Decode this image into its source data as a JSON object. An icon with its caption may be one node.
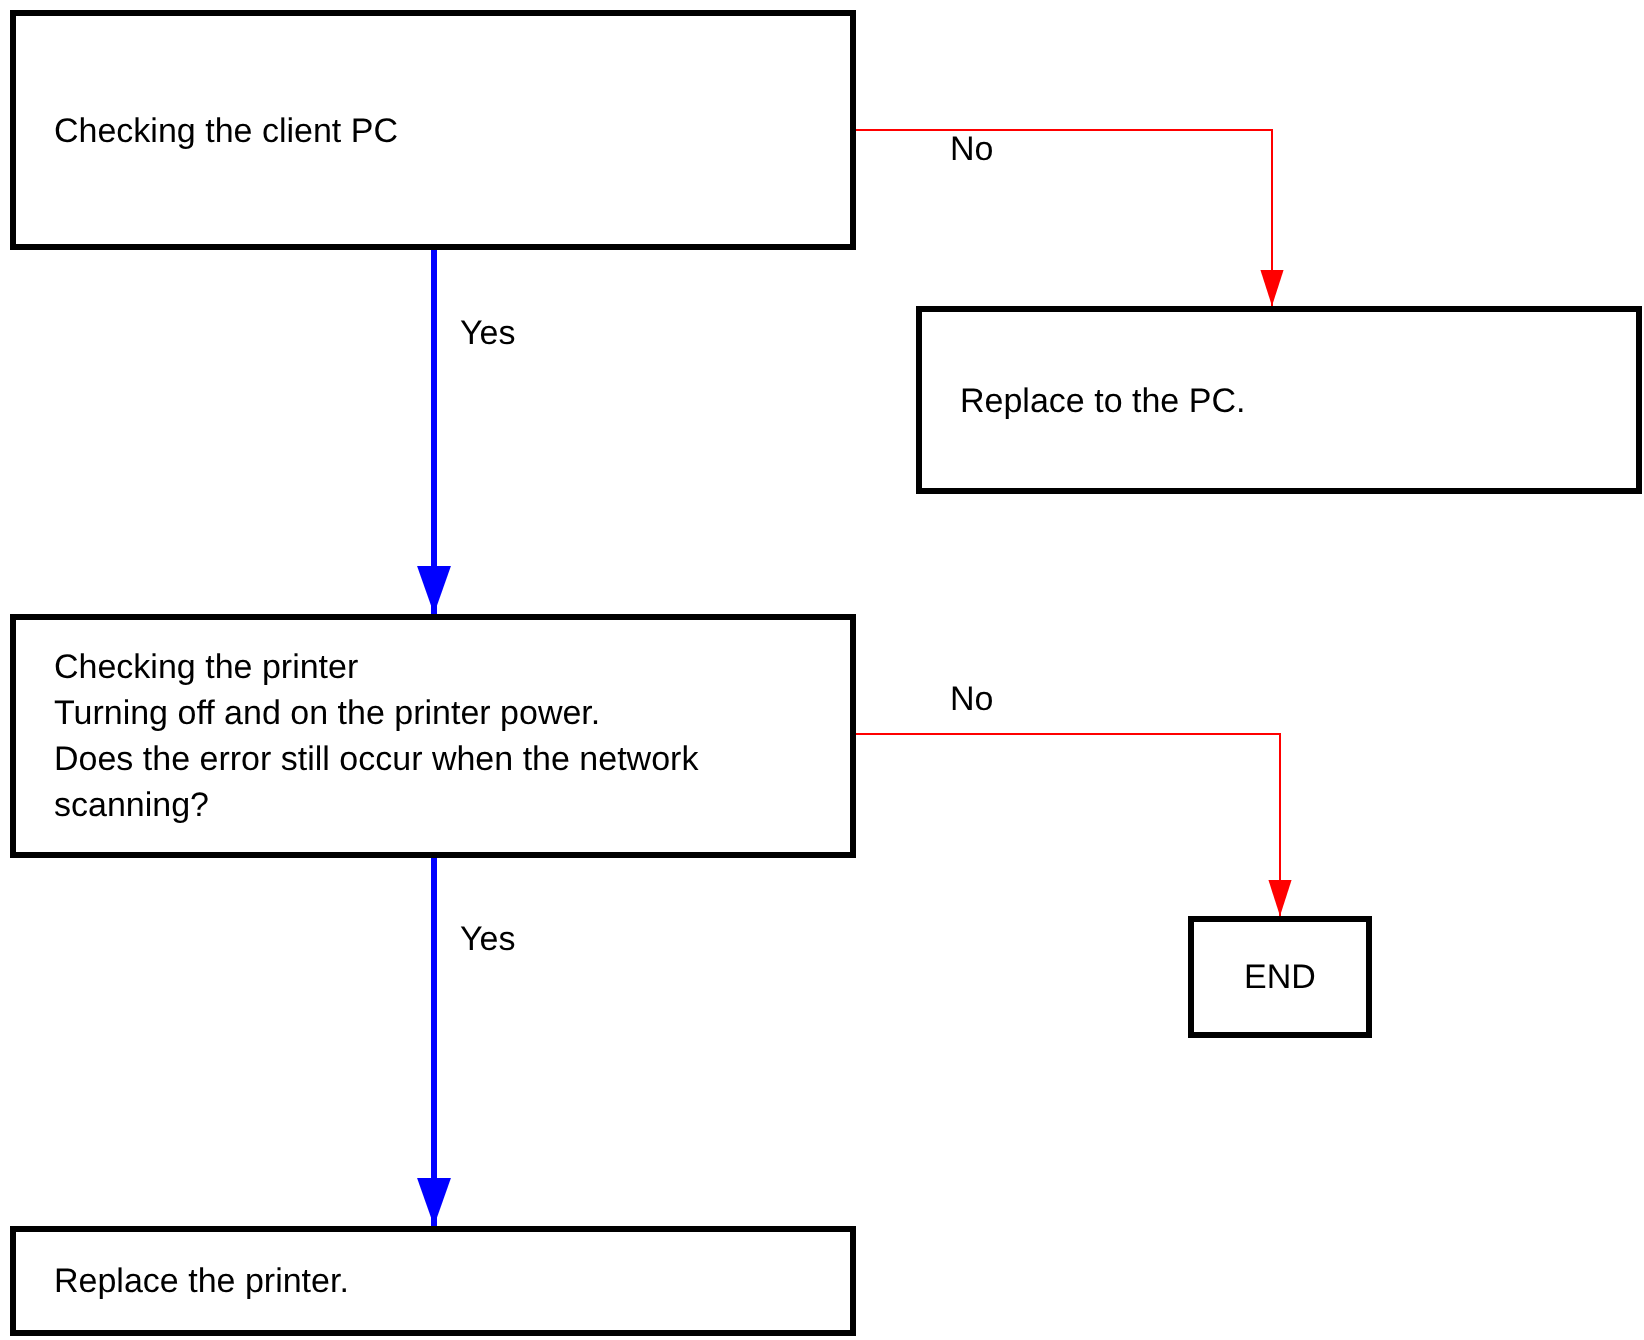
{
  "diagram": {
    "nodes": [
      {
        "text": [
          "Checking the client PC"
        ]
      },
      {
        "text": [
          "Replace to the PC."
        ]
      },
      {
        "text": [
          "Checking the printer",
          "Turning off and on the printer power.",
          "Does the error still occur when the network scanning?"
        ]
      },
      {
        "text": [
          "END"
        ]
      },
      {
        "text": [
          "Replace the printer."
        ]
      }
    ],
    "edges": [
      {
        "from": 0,
        "to": 1,
        "arrow": "to",
        "label": "No",
        "color": "#ff0000"
      },
      {
        "from": 0,
        "to": 2,
        "arrow": "to",
        "label": "Yes",
        "style": "thick",
        "color": "#0000ff"
      },
      {
        "from": 2,
        "to": 3,
        "arrow": "to",
        "label": "No",
        "color": "#ff0000"
      },
      {
        "from": 2,
        "to": 4,
        "arrow": "to",
        "label": "Yes",
        "style": "thick",
        "color": "#0000ff"
      }
    ]
  }
}
